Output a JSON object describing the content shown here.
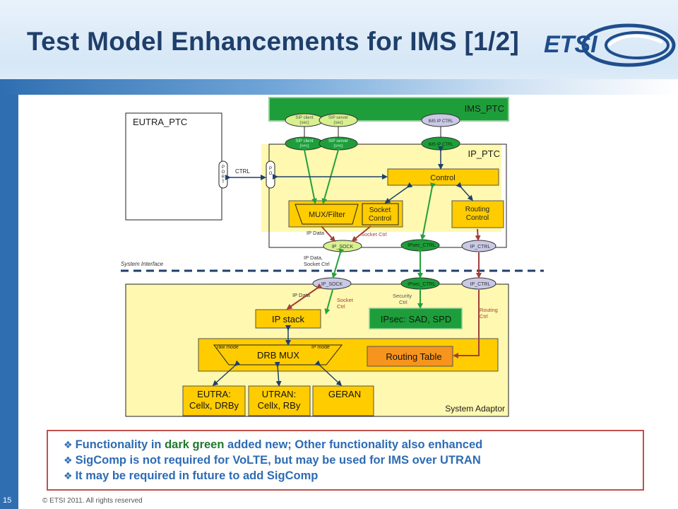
{
  "title": "Test Model Enhancements for IMS [1/2]",
  "logo": {
    "text": "ETSI",
    "icon": "etsi-logo-icon",
    "color": "#1f4e8c"
  },
  "slide_number": "15",
  "copyright": "© ETSI 2011. All rights reserved",
  "colors": {
    "accent_blue": "#2f6fb1",
    "box_yellow": "#ffcc00",
    "box_green": "#1e9e3a",
    "arrow_red": "#a0403a",
    "arrow_green": "#23a03c"
  },
  "diagram": {
    "ims_ptc": "IMS_PTC",
    "eutra_ptc": "EUTRA_PTC",
    "ip_ptc": "IP_PTC",
    "ctrl": "CTRL",
    "left_port_label": "P\nO\nR\nT",
    "right_port_label": "P\nO",
    "sip_client_top": "SIP client\n(sec)",
    "sip_server_top": "SIP server\n(sec)",
    "ims_ip_ctrl_top": "IMS IP CTRL",
    "sip_client_bottom": "SIP client\n(sec)",
    "sip_server_bottom": "SIP server\n(sec)",
    "ims_ip_ctrl_bottom": "IMS IP CTRL",
    "control": "Control",
    "mux_filter": "MUX/Filter",
    "socket_control": "Socket\nControl",
    "routing_control": "Routing\nControl",
    "ip_data_upper": "IP Data",
    "socket_ctrl_upper": "Socket Ctrl",
    "ip_sock_upper": "IP_SOCK",
    "ipsec_ctrl_upper": "IPsec_CTRL",
    "ip_ctrl_upper": "IP_CTRL",
    "ip_data_socket_ctrl": "IP Data,\nSocket Ctrl",
    "system_interface": "System Interface",
    "ip_sock_lower": "IP_SOCK",
    "ipsec_ctrl_lower": "IPsec_CTRL",
    "ip_ctrl_lower": "IP_CTRL",
    "ip_data_lower": "IP Data",
    "socket_ctrl_lower": "Socket\nCtrl",
    "security_ctrl": "Security\nCtrl",
    "routing_ctrl": "Routing\nCtrl",
    "ip_stack": "IP stack",
    "ipsec_sad_spd": "IPsec: SAD, SPD",
    "raw_mode": "raw mode",
    "ip_mode": "IP mode",
    "drb_mux": "DRB MUX",
    "routing_table": "Routing Table",
    "eutra_cell": "EUTRA:\nCellx, DRBy",
    "utran_cell": "UTRAN:\nCellx, RBy",
    "geran": "GERAN",
    "system_adaptor": "System Adaptor"
  },
  "notes": [
    {
      "bullet": "❖",
      "before": "Functionality in ",
      "highlight": "dark green",
      "after": " added new; Other functionality also enhanced"
    },
    {
      "bullet": "❖",
      "before": "SigComp is not required for VoLTE, but may be used for IMS over UTRAN",
      "highlight": "",
      "after": ""
    },
    {
      "bullet": "❖",
      "before": "It may be required in future to add SigComp",
      "highlight": "",
      "after": ""
    }
  ]
}
